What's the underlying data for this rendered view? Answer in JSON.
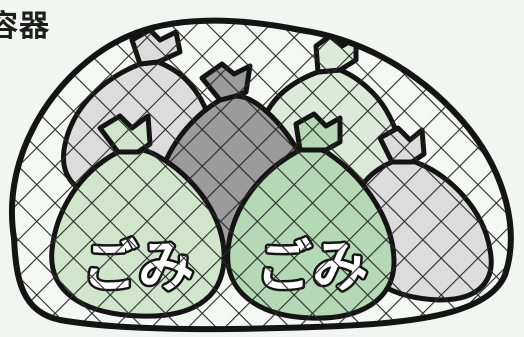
{
  "corner_text": "容器",
  "bags": {
    "left_label": "ごみ",
    "right_label": "ごみ"
  },
  "colors": {
    "background": "#f1f6f1",
    "outline": "#141414",
    "bag_gray": "#dcdcdc",
    "bag_dark_gray": "#9b9b9b",
    "bag_pale_green": "#dcebd9",
    "bag_light_green": "#cfe6cb",
    "bag_green": "#b5d9b4",
    "net": "#2a2a2a"
  }
}
